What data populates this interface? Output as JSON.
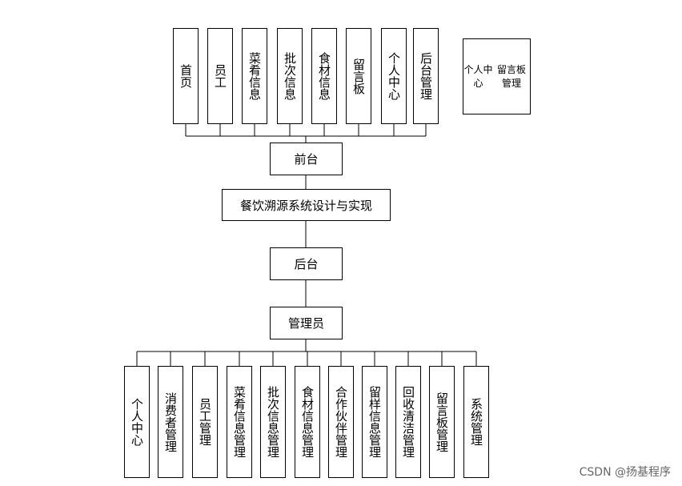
{
  "diagram": {
    "top_modules": [
      "首页",
      "员工",
      "菜肴信息",
      "批次信息",
      "食材信息",
      "留言板",
      "个人中心",
      "后台管理"
    ],
    "side_note": [
      "个人中心",
      "留言板管理"
    ],
    "front": "前台",
    "system": "餐饮溯源系统设计与实现",
    "back": "后台",
    "admin": "管理员",
    "bottom_modules": [
      "个人中心",
      "消费者管理",
      "员工管理",
      "菜肴信息管理",
      "批次信息管理",
      "食材信息管理",
      "合作伙伴管理",
      "留样信息管理",
      "回收清洁管理",
      "留言板管理",
      "系统管理"
    ]
  },
  "watermark": "CSDN @扬基程序"
}
